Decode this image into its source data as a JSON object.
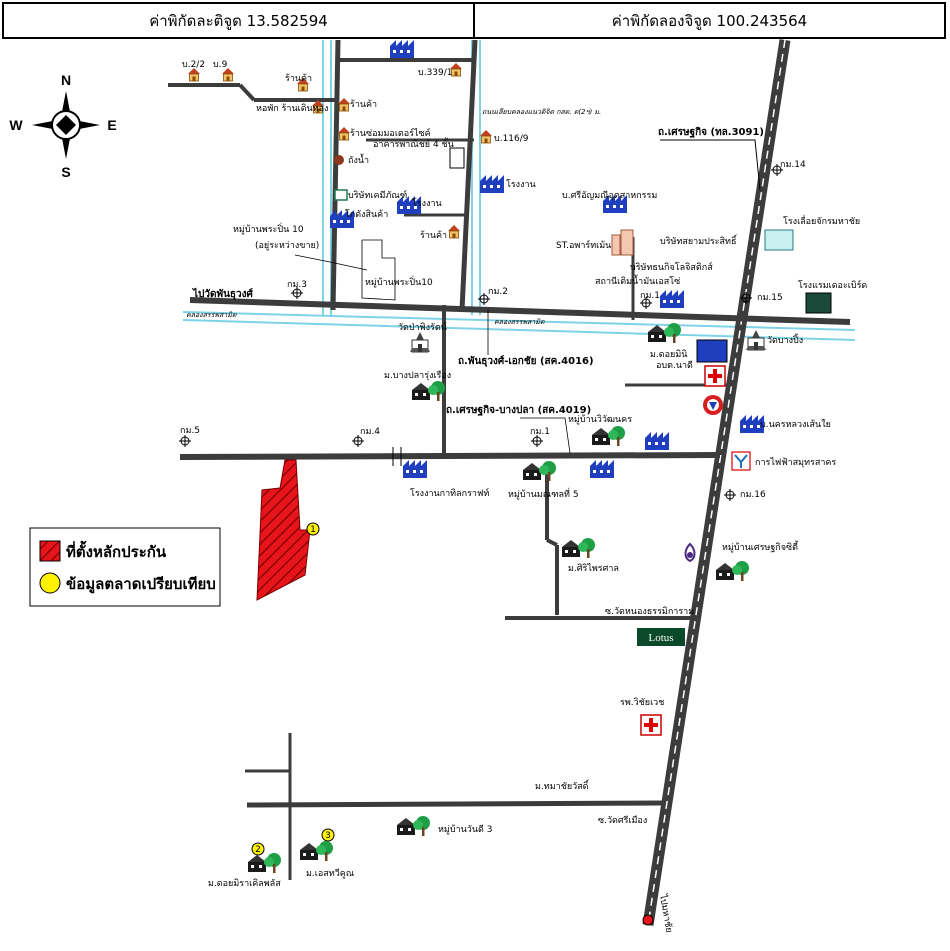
{
  "header": {
    "latitude_label": "ค่าพิกัดละติจูด 13.582594",
    "longitude_label": "ค่าพิกัดลองจิจูด 100.243564"
  },
  "compass": {
    "north": "N",
    "south": "S",
    "east": "E",
    "west": "W"
  },
  "legend": {
    "collateral": "ที่ตั้งหลักประกัน",
    "comparable": "ข้อมูลตลาดเปรียบเทียบ"
  },
  "roads": {
    "main_highway": "ถ.เศรษฐกิจ (ทล.3091)",
    "wat_phanthu_road": "ไปวัดพันธุวงศ์",
    "phanthuwong_ekachai": "ถ.พันธุวงศ์-เอกชัย (สค.4016)",
    "setthakit_bangpla": "ถ.เศรษฐกิจ-บางปลา (สค.4019)",
    "khlong_road": "ถนนเลียบคลองแนวดิจิต กสต. ต(2ฯ) ม.",
    "wat_nong_thamma": "ซ.วัดหนองธรรมิการาม",
    "wat_si_mueang": "ซ.วัดศรีเมือง",
    "to_mahachai": "ไปมหาชัย"
  },
  "canals": {
    "khlong_top": "คลองสรรพสามิต",
    "khlong_left": "คลองสรรพสามิต"
  },
  "km_markers": {
    "km14": "กม.14",
    "km15": "กม.15",
    "km16": "กม.16",
    "km1": "กม.1",
    "km2": "กม.2",
    "km3": "กม.3",
    "km4": "กม.4",
    "km5": "กม.5",
    "km1b": "กม.1"
  },
  "places": {
    "ban_22": "บ.2/2",
    "ban_9": "บ.9",
    "shop1": "ร้านค้า",
    "shop2": "ร้านค้า",
    "shop3": "ร้านค้า",
    "dorm_shop": "หอพัก ร้านเดินทอง",
    "motorcycle_shop": "ร้านซ่อมมอเตอร์ไซค์",
    "ban_339": "บ.339/1",
    "four_storey": "อาคารพาณิชย์ 4 ชั้น",
    "ban_116": "บ.116/9",
    "water_tower": "ถังน้ำ",
    "chemical_co": "บริษัทเคมีภัณฑ์",
    "factory1": "โรงงาน",
    "factory2": "โรงงาน",
    "warehouse": "โกดังสินค้า",
    "village_10": "หมู่บ้านพระปิ่น 10",
    "village_10_sub": "(อยู่ระหว่างขาย)",
    "village_10_label": "หมู่บ้านพระปิ่น10",
    "industrial_co": "บ.ศรีอัญมณีอุตสาหกรรม",
    "st_apartment": "ST.อพาร์ทเม้น",
    "phramahachai_hall": "โรงเลื่อยจักรมหาชัย",
    "siam_co": "บริษัทสยามประสิทธิ์",
    "dhanakit_co": "บริษัทธนกิจโลจิสติกส์",
    "ban_station": "สถานีเติมน้ำมันเอสโซ่",
    "km1_small": "กม.1",
    "hotel": "โรงแรมเดอะเบิร์ด",
    "wat_pho": "วัดป่าพิงรัตน์",
    "village_nanamin": "ม.ดอยมินิ",
    "school": "อบต.นาดี",
    "wat_bang_ping": "วัดบางปิ้ง",
    "village_bangpla": "ม.บางปลารุ่งเรือง",
    "village_wiwat": "หมู่บ้านวิวัฒนคร",
    "nakhon_luang": "บ.นครหลวงเส้นใย",
    "electric": "การไฟฟ้าสมุทรสาคร",
    "factory_bottom": "โรงงานกาทิลกราฟท์",
    "village_5": "หมู่บ้านมณฑลที่ 5",
    "village_srirat": "ม.ศิริไพรศาล",
    "village_setthakit": "หมู่บ้านเศรษฐกิจซิตี้",
    "lotus": "Lotus",
    "hospital": "รพ.วิชัยเวช",
    "village_chaiwat": "ม.ทมาชัยวัสดิ์",
    "village_3": "หมู่บ้านวันดี 3",
    "village_makham": "ม.ดอยมิราเคิลพลัส",
    "village_oonsiri": "ม.เอสทวีคูณ"
  },
  "markers": {
    "m1": "1",
    "m2": "2",
    "m3": "3"
  },
  "colors": {
    "collateral": "#e8141b",
    "comparable": "#fff200",
    "road": "#3c3c3c",
    "canal": "#7fd3e6",
    "factory": "#1f3fbf",
    "tree": "#1e9e46"
  }
}
